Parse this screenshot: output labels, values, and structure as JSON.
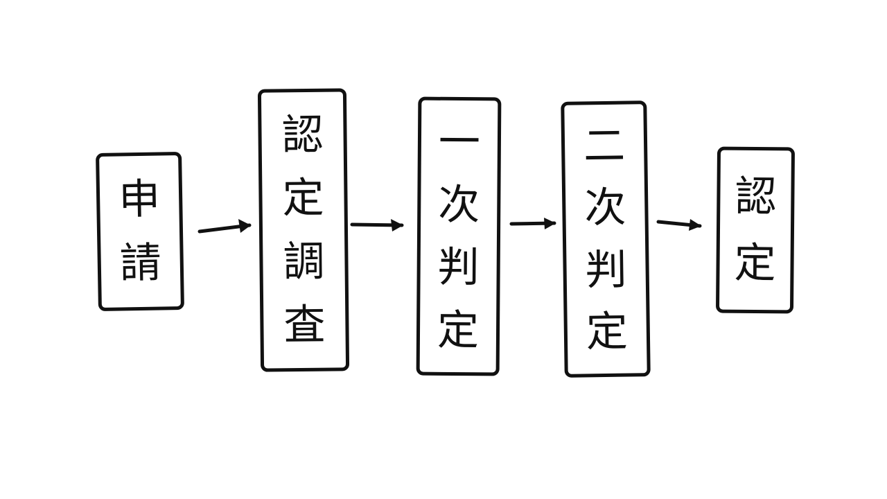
{
  "flow": {
    "steps": [
      {
        "chars": [
          "申",
          "請"
        ]
      },
      {
        "chars": [
          "認",
          "定",
          "調",
          "査"
        ]
      },
      {
        "chars": [
          "一",
          "次",
          "判",
          "定"
        ]
      },
      {
        "chars": [
          "二",
          "次",
          "判",
          "定"
        ]
      },
      {
        "chars": [
          "認",
          "定"
        ]
      }
    ]
  },
  "colors": {
    "stroke": "#111111",
    "background": "#ffffff"
  }
}
